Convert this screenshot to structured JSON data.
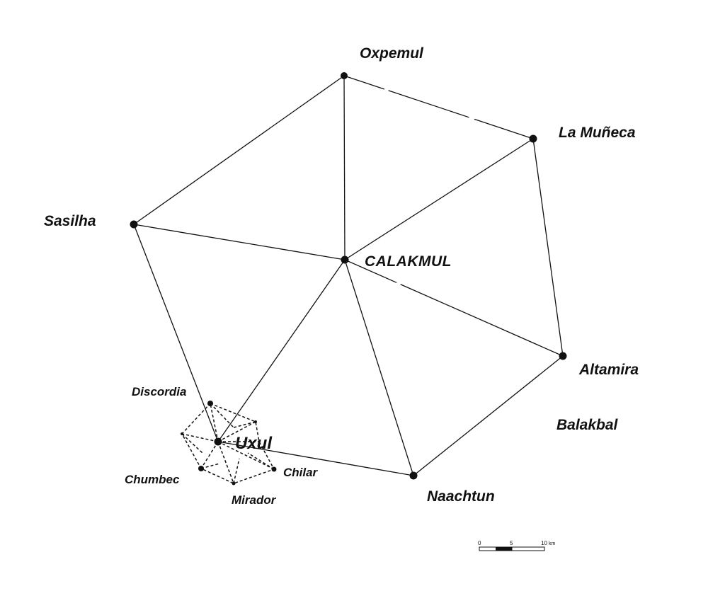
{
  "sites": {
    "oxpemul": "Oxpemul",
    "la_muneca": "La Muñeca",
    "sasilha": "Sasilha",
    "calakmul": "CALAKMUL",
    "altamira": "Altamira",
    "balakbal": "Balakbal",
    "discordia": "Discordia",
    "uxul": "Uxul",
    "chilar": "Chilar",
    "chumbec": "Chumbec",
    "mirador": "Mirador",
    "naachtun": "Naachtun"
  },
  "scale_bar": {
    "tick_0": "0",
    "tick_5": "5",
    "tick_10": "10",
    "unit": "km"
  },
  "colors": {
    "ink": "#111111",
    "background": "#ffffff"
  }
}
